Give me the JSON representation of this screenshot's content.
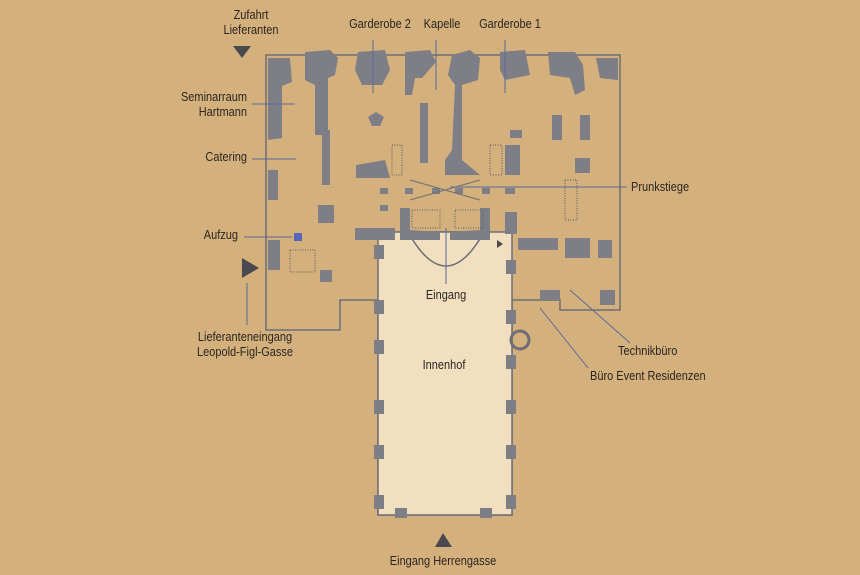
{
  "labels": {
    "zufahrt": [
      "Zufahrt",
      "Lieferanten"
    ],
    "garderobe2": "Garderobe 2",
    "kapelle": "Kapelle",
    "garderobe1": "Garderobe 1",
    "seminarraum": [
      "Seminarraum",
      "Hartmann"
    ],
    "catering": "Catering",
    "prunkstiege": "Prunkstiege",
    "aufzug": "Aufzug",
    "eingang": "Eingang",
    "lieferanteneingang": [
      "Lieferanteneingang",
      "Leopold-Figl-Gasse"
    ],
    "innenhof": "Innenhof",
    "technikbuero": "Technikbüro",
    "buero_event": "Büro Event Residenzen",
    "eingang_herrengasse": "Eingang Herrengasse"
  },
  "colors": {
    "background": "#d4b07c",
    "walls": "#7e7e86",
    "courtyard": "#f2dfc0",
    "leader": "#5a6a9a"
  }
}
